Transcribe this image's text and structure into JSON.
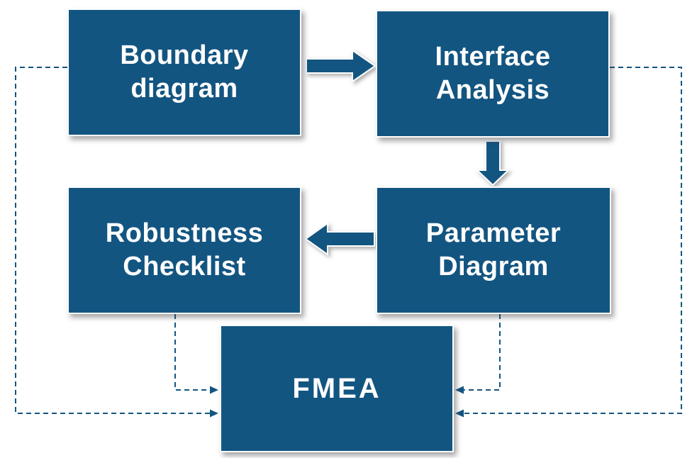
{
  "colors": {
    "accent": "#135581",
    "node_text": "#FFFFFF",
    "background": "#FFFFFF"
  },
  "nodes": {
    "boundary": {
      "label": "Boundary\ndiagram"
    },
    "interface": {
      "label": "Interface\nAnalysis"
    },
    "parameter": {
      "label": "Parameter\nDiagram"
    },
    "robustness": {
      "label": "Robustness\nChecklist"
    },
    "fmea": {
      "label": "FMEA"
    }
  },
  "connections": [
    {
      "from": "Boundary diagram",
      "to": "Interface Analysis",
      "style": "solid-arrow"
    },
    {
      "from": "Interface Analysis",
      "to": "Parameter Diagram",
      "style": "solid-arrow"
    },
    {
      "from": "Parameter Diagram",
      "to": "Robustness Checklist",
      "style": "solid-arrow"
    },
    {
      "from": "Boundary diagram",
      "to": "FMEA",
      "style": "dashed-arrow"
    },
    {
      "from": "Interface Analysis",
      "to": "FMEA",
      "style": "dashed-arrow"
    },
    {
      "from": "Robustness Checklist",
      "to": "FMEA",
      "style": "dashed-arrow"
    },
    {
      "from": "Parameter Diagram",
      "to": "FMEA",
      "style": "dashed-arrow"
    }
  ]
}
